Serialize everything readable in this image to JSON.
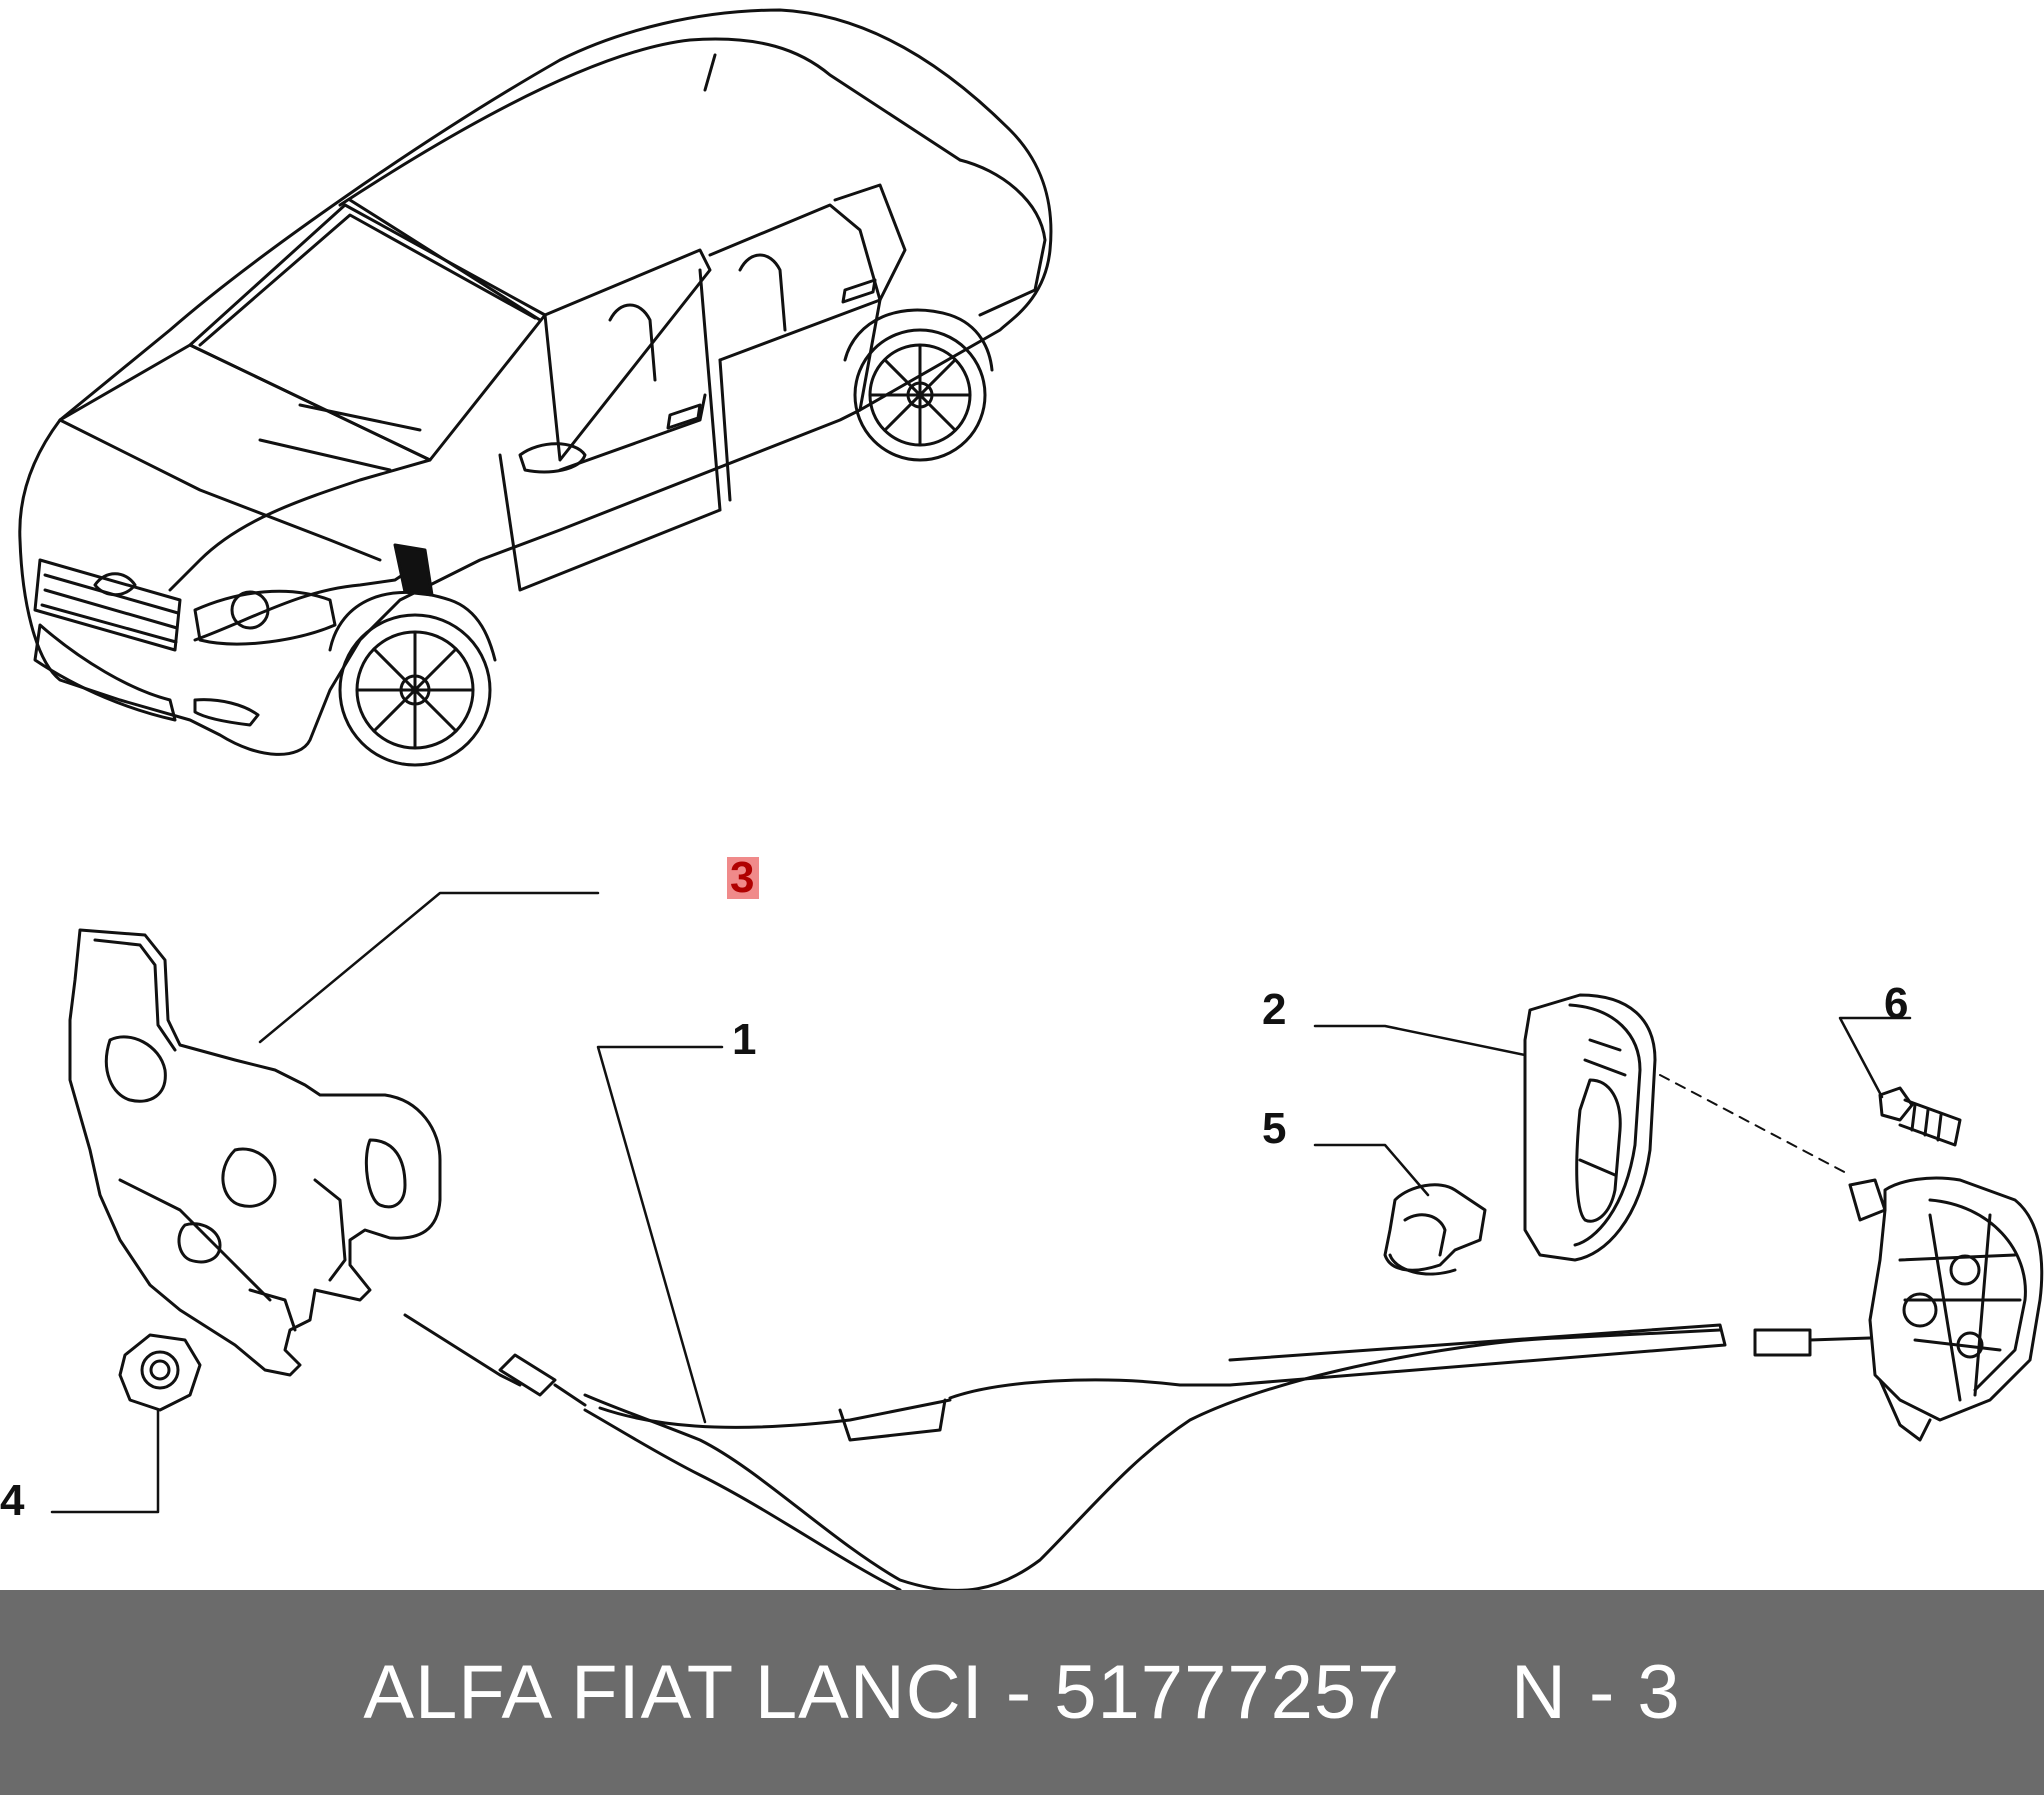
{
  "callouts": {
    "c1": "1",
    "c2": "2",
    "c3": "3",
    "c4": "4",
    "c5": "5",
    "c6": "6"
  },
  "highlighted_callout": "3",
  "colors": {
    "line": "#111111",
    "highlight_box": "#f08a8a",
    "highlight_text": "#b00000",
    "footer_bg": "#6b6b6b",
    "footer_text": "#ffffff"
  },
  "footer": {
    "brand": "ALFA FIAT LANCI",
    "separator": " - ",
    "part_number": "51777257",
    "ref": "N - 3"
  }
}
